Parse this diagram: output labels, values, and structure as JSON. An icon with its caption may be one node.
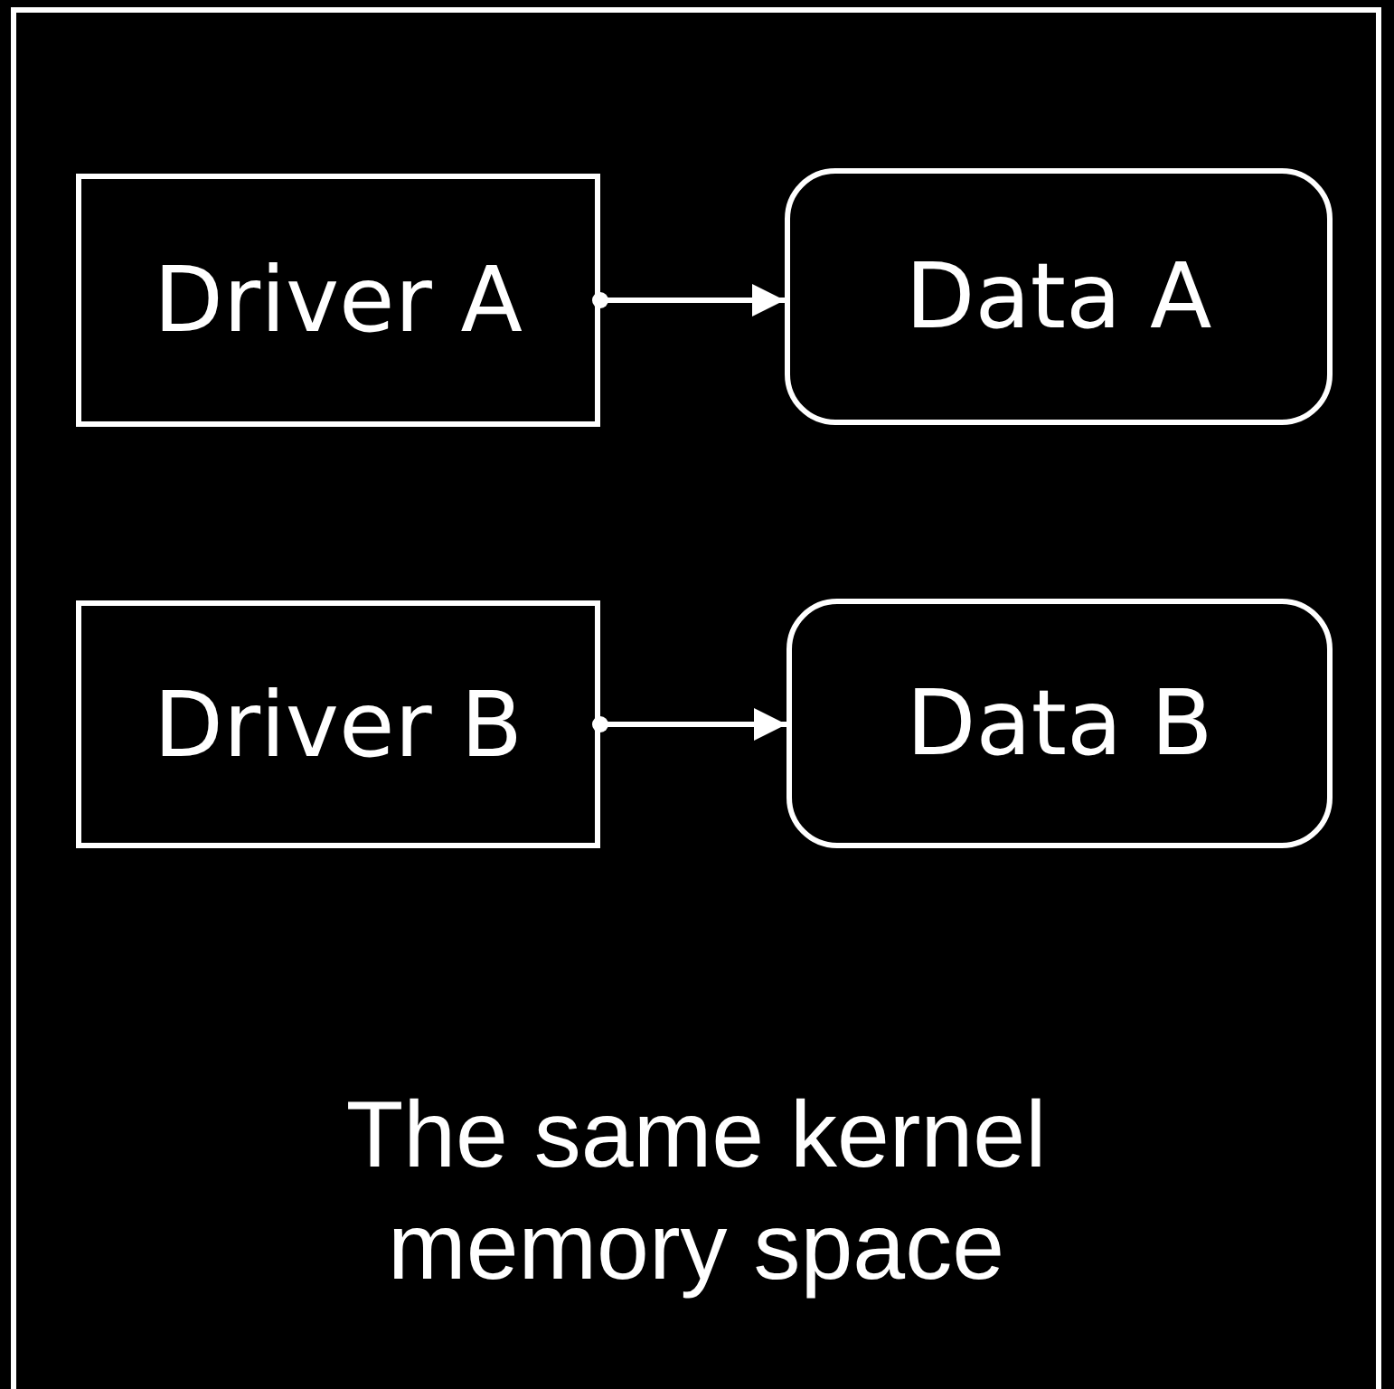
{
  "diagram": {
    "nodes": [
      {
        "text": [
          "The same kernel memory space"
        ]
      },
      {
        "text": [
          "Driver A"
        ],
        "in": 0
      },
      {
        "text": [
          "Data A"
        ],
        "in": 0
      },
      {
        "text": [
          "Driver B"
        ],
        "in": 0
      },
      {
        "text": [
          "Data B"
        ],
        "in": 0
      }
    ],
    "edges": [
      {
        "from": 1,
        "to": 2,
        "arrow": "to"
      },
      {
        "from": 3,
        "to": 4,
        "arrow": "to"
      }
    ]
  }
}
